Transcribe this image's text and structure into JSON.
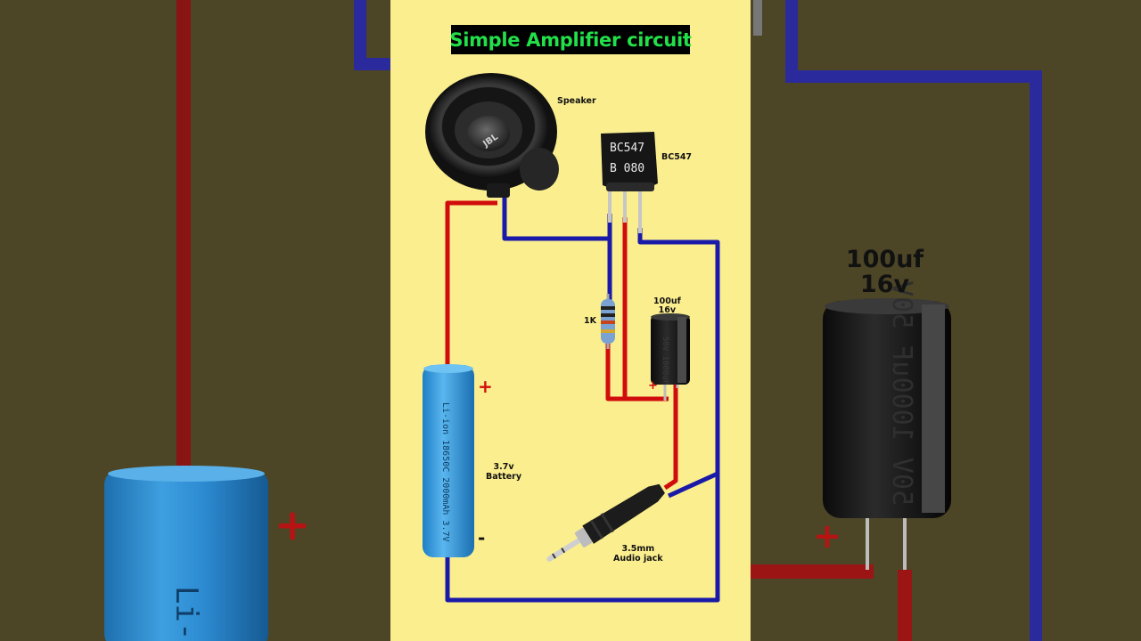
{
  "title": "Simple Amplifier circuit",
  "labels": {
    "speaker": "Speaker",
    "transistor": "BC547",
    "resistor": "1K",
    "capacitor_line1": "100uf",
    "capacitor_line2": "16v",
    "battery_line1": "3.7v",
    "battery_line2": "Battery",
    "jack_line1": "3.5mm",
    "jack_line2": "Audio jack"
  },
  "polarity": {
    "battery_plus": "+",
    "battery_minus": "-",
    "capacitor_plus": "+",
    "zoom_plus": "+"
  },
  "printed": {
    "transistor_line1": "BC547",
    "transistor_line2": "B 080",
    "speaker_brand": "JBL",
    "battery_text": "Li-ion 18650C 2000mAh 3.7V",
    "capacitor_text": "50V 1000uF",
    "zoom_battery_text": "Li-",
    "zoom_cap_text": "50V 1000uF 50V"
  },
  "zoom": {
    "cap_line1": "100uf",
    "cap_line2": "16v"
  },
  "colors": {
    "panel": "#fbee8f",
    "backdrop": "#4d4627",
    "wire_positive": "#d10c0c",
    "wire_negative": "#1a1aa8",
    "title_text": "#22e04a",
    "title_bg": "#000000"
  }
}
